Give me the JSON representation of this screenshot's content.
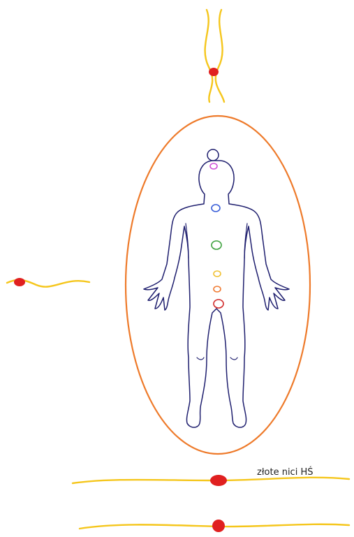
{
  "annotation": {
    "text": "złote nici HŚ"
  },
  "colors": {
    "background": "#ffffff",
    "thread": "#f5c61c",
    "node": "#e02020",
    "aura": "#ee7a2a",
    "body_outline": "#1e1e6e"
  },
  "chakras": [
    {
      "name": "crown",
      "color": "#d050d8"
    },
    {
      "name": "throat",
      "color": "#3a5fd8"
    },
    {
      "name": "heart",
      "color": "#3aa03a"
    },
    {
      "name": "solar-plexus",
      "color": "#f0c030"
    },
    {
      "name": "sacral",
      "color": "#f07a30"
    },
    {
      "name": "root",
      "color": "#d02828"
    }
  ]
}
